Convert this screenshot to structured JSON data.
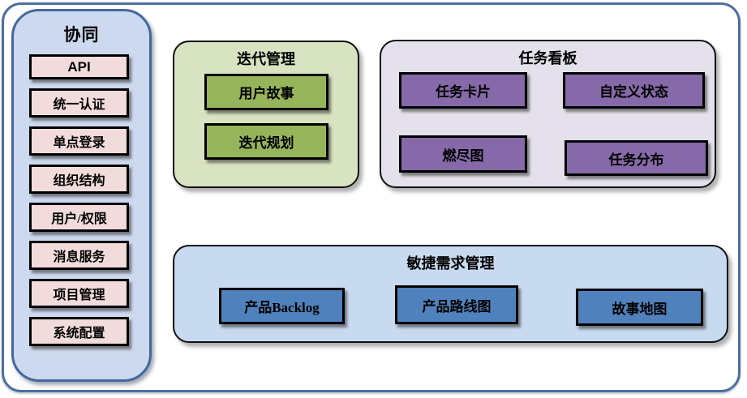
{
  "diagram": {
    "sidebar": {
      "title": "协同",
      "items": [
        "API",
        "统一认证",
        "单点登录",
        "组织结构",
        "用户/权限",
        "消息服务",
        "项目管理",
        "系统配置"
      ]
    },
    "groups": [
      {
        "title": "迭代管理",
        "items": [
          "用户故事",
          "迭代规划"
        ]
      },
      {
        "title": "任务看板",
        "items": [
          "任务卡片",
          "自定义状态",
          "燃尽图",
          "任务分布"
        ]
      },
      {
        "title": "敏捷需求管理",
        "items": [
          "产品Backlog",
          "产品路线图",
          "故事地图"
        ]
      }
    ],
    "colors": {
      "frame_border": "#4d6f9e",
      "sidebar_fill": "#cdd9ee",
      "sidebar_border": "#44679c",
      "pink_fill": "#f2dcdb",
      "green_container": "#d7e3c1",
      "green_box": "#96b45a",
      "purple_container": "#e5e1ec",
      "purple_box": "#8569a8",
      "blue_container": "#c8daf0",
      "blue_box": "#4f81bd",
      "box_border": "#000000"
    }
  }
}
